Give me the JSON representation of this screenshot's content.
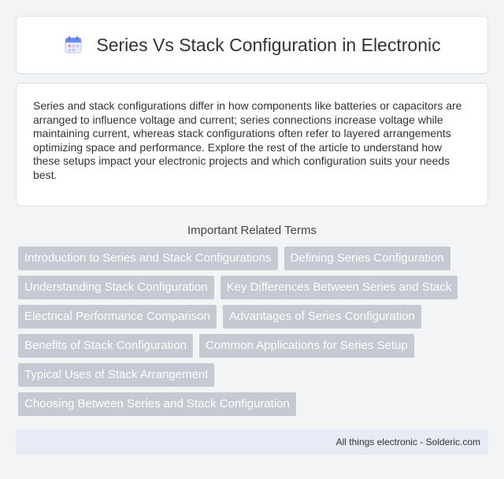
{
  "header": {
    "title": "Series Vs Stack Configuration in Electronic",
    "icon": "calendar-icon"
  },
  "intro": {
    "text": "Series and stack configurations differ in how components like batteries or capacitors are arranged to influence voltage and current; series connections increase voltage while maintaining current, whereas stack configurations often refer to layered arrangements optimizing space and performance. Explore the rest of the article to understand how these setups impact your electronic projects and which configuration suits your needs best."
  },
  "related": {
    "heading": "Important Related Terms",
    "terms": [
      "Introduction to Series and Stack Configurations",
      "Defining Series Configuration",
      "Understanding Stack Configuration",
      "Key Differences Between Series and Stack",
      "Electrical Performance Comparison",
      "Advantages of Series Configuration",
      "Benefits of Stack Configuration",
      "Common Applications for Series Setup",
      "Typical Uses of Stack Arrangement",
      "Choosing Between Series and Stack Configuration"
    ]
  },
  "footer": {
    "text": "All things electronic - Solderic.com"
  },
  "colors": {
    "tag_bg": "#c4c9d2",
    "footer_bg": "#e6ebf5",
    "icon_accent": "#6b8ef0"
  }
}
